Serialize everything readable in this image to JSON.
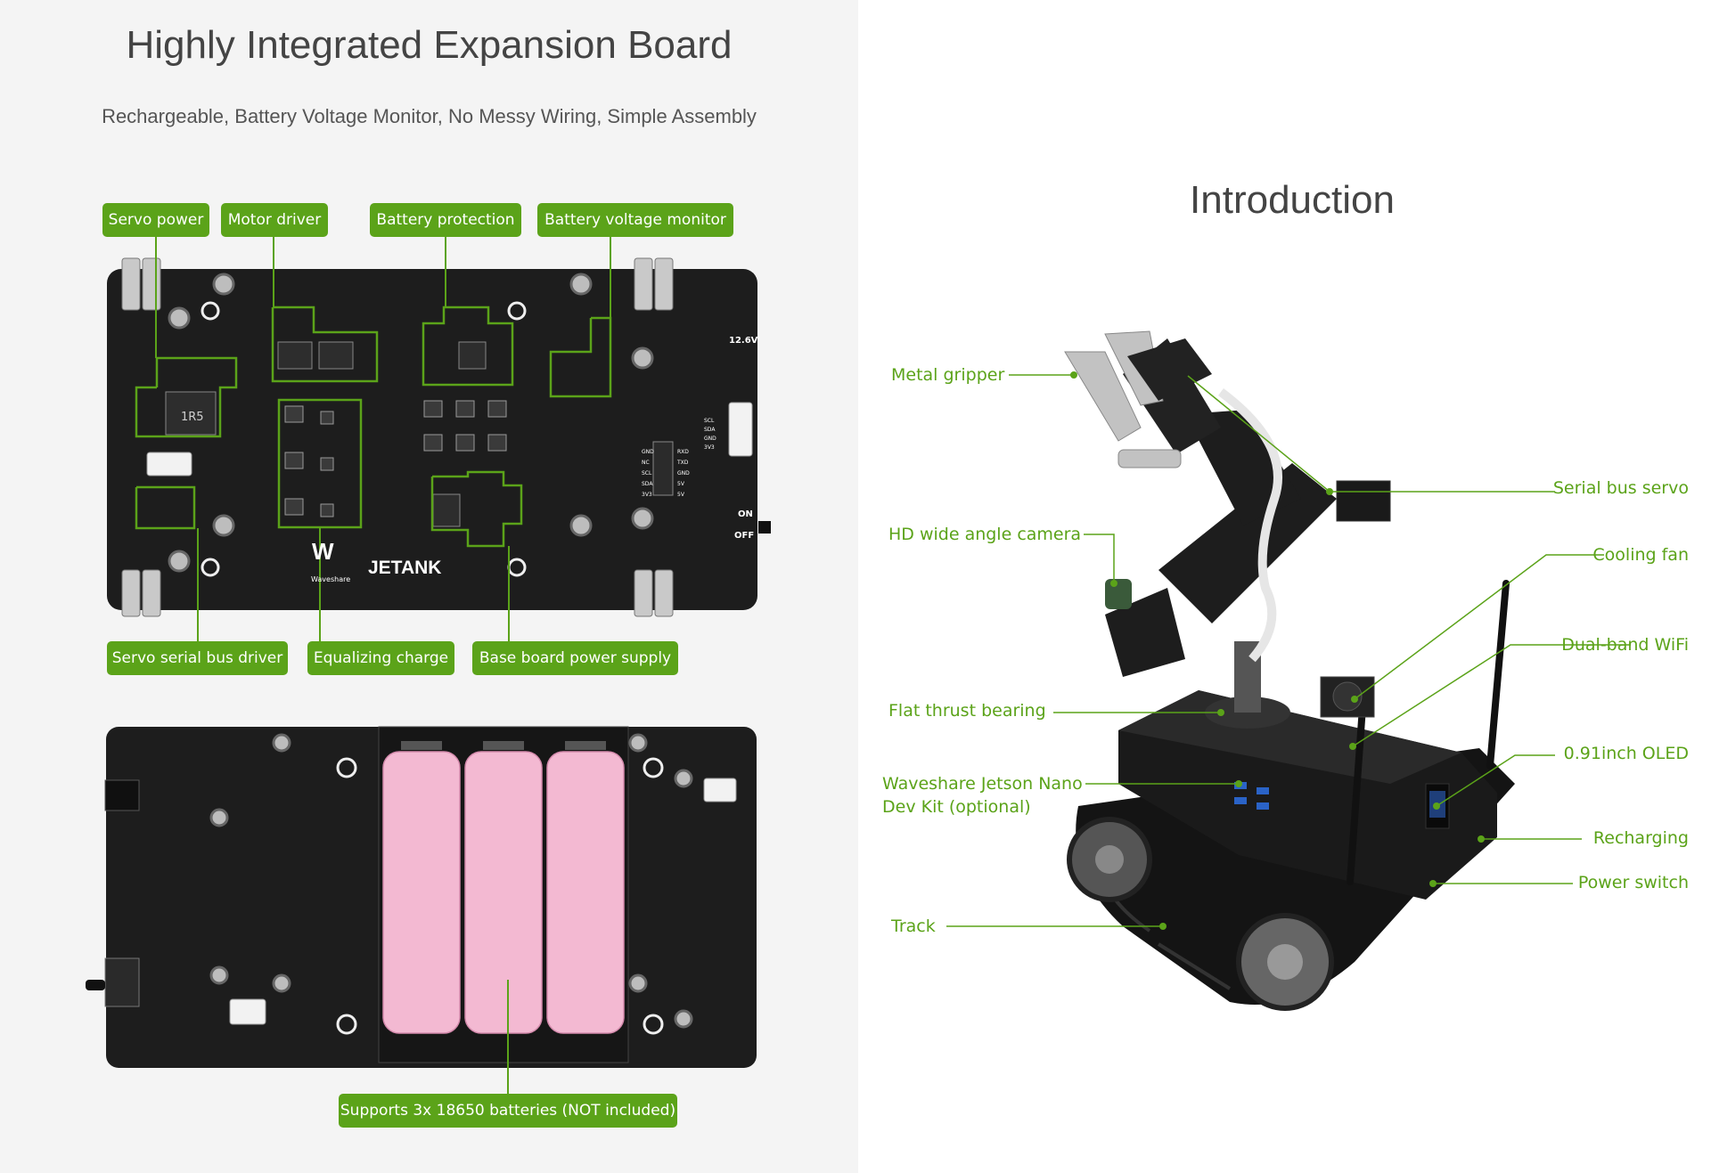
{
  "left": {
    "title": "Highly Integrated Expansion Board",
    "subtitle": "Rechargeable, Battery Voltage Monitor, No Messy Wiring, Simple Assembly",
    "top_labels": [
      "Servo power",
      "Motor driver",
      "Battery protection",
      "Battery voltage monitor"
    ],
    "bottom_labels": [
      "Servo serial bus driver",
      "Equalizing charge",
      "Base board power supply"
    ],
    "battery_label": "Supports 3x 18650 batteries (NOT included)",
    "board": {
      "brand": "JETANK",
      "logo_text": "Waveshare",
      "voltage": "12.6V",
      "switch_on": "ON",
      "switch_off": "OFF",
      "inductor_mark": "1R5",
      "header_pins": [
        "SCL",
        "SDA",
        "GND",
        "3V3"
      ],
      "gpio_left": [
        "GND",
        "NC",
        "SCL",
        "SDA",
        "3V3"
      ],
      "gpio_right": [
        "RXD",
        "TXD",
        "GND",
        "5V",
        "5V"
      ]
    }
  },
  "right": {
    "title": "Introduction",
    "left_labels": [
      "Metal gripper",
      "HD wide angle camera",
      "Flat thrust bearing",
      "Waveshare Jetson Nano",
      "Dev Kit (optional)",
      "Track"
    ],
    "right_labels": [
      "Serial bus servo",
      "Cooling fan",
      "Dual-band WiFi",
      "0.91inch OLED",
      "Recharging",
      "Power switch"
    ]
  },
  "colors": {
    "accent": "#5ba319",
    "board": "#1d1d1d",
    "battery": "#f3b9d2",
    "panel_bg": "#f4f4f4"
  }
}
